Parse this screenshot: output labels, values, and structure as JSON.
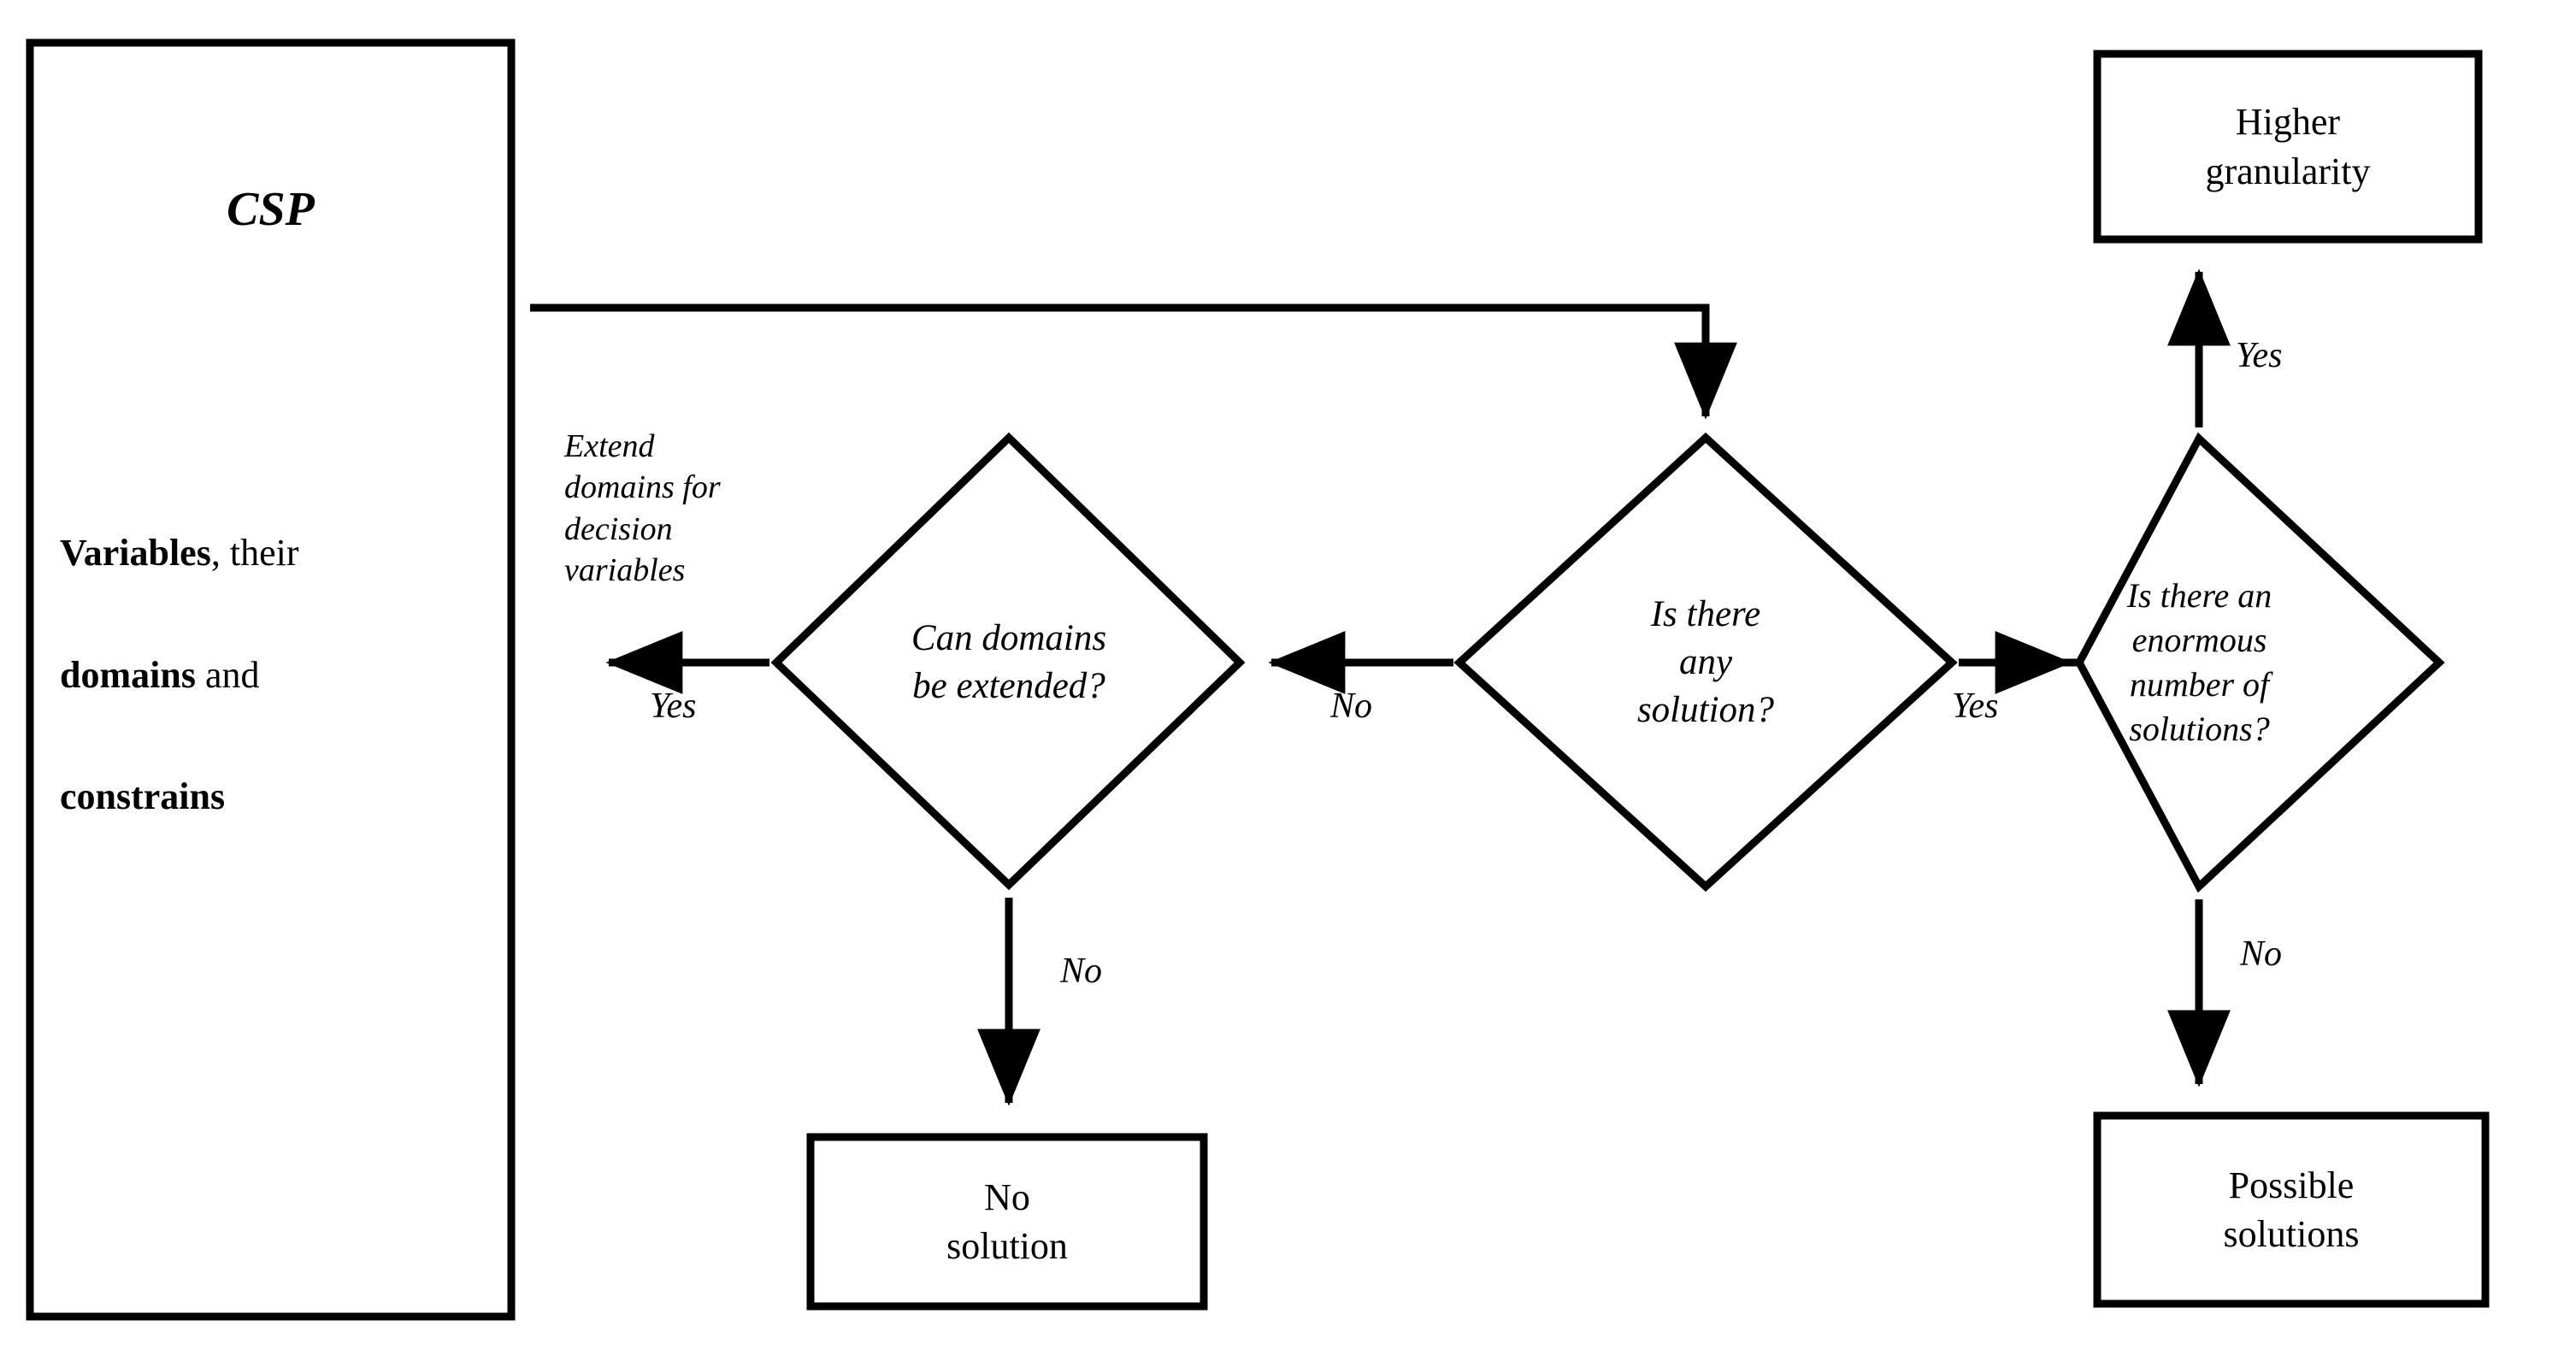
{
  "diagram": {
    "title": "CSP constraint-satisfaction decision flowchart",
    "stroke_color": "#000000",
    "fill_color": "#ffffff",
    "background": "#ffffff"
  },
  "panel": {
    "title": "CSP",
    "body_line1_bold": "Variables",
    "body_line1_rest": ", their",
    "body_line2_bold": "domains",
    "body_line2_rest": " and",
    "body_line3_bold": "constrains",
    "body_plain": "Variables, their domains and constrains"
  },
  "decisions": [
    {
      "id": "can-domains-be-extended",
      "text": "Can domains\nbe extended?",
      "outcomes": [
        "Yes",
        "No"
      ]
    },
    {
      "id": "is-there-any-solution",
      "text": "Is there\nany\nsolution?",
      "outcomes": [
        "Yes",
        "No"
      ]
    },
    {
      "id": "is-there-enormous-number-of-solutions",
      "text": "Is there an\nenormous\nnumber of\nsolutions?",
      "outcomes": [
        "Yes",
        "No"
      ]
    }
  ],
  "terminals": [
    {
      "id": "higher-granularity",
      "text": "Higher\ngranularity"
    },
    {
      "id": "no-solution",
      "text": "No\nsolution"
    },
    {
      "id": "possible-solutions",
      "text": "Possible\nsolutions"
    }
  ],
  "edges": [
    {
      "id": "csp-to-any-solution",
      "label": ""
    },
    {
      "id": "any-solution-no-to-can-extend",
      "label": "No"
    },
    {
      "id": "can-extend-yes-to-csp",
      "label": "Yes"
    },
    {
      "id": "can-extend-no-to-no-solution",
      "label": "No"
    },
    {
      "id": "any-solution-yes-to-enormous",
      "label": "Yes"
    },
    {
      "id": "enormous-yes-to-higher-granularity",
      "label": "Yes"
    },
    {
      "id": "enormous-no-to-possible-solutions",
      "label": "No"
    }
  ],
  "annotations": {
    "extend_domains_note": "Extend\ndomains for\ndecision\nvariables"
  },
  "labels": {
    "yes": "Yes",
    "no": "No"
  }
}
